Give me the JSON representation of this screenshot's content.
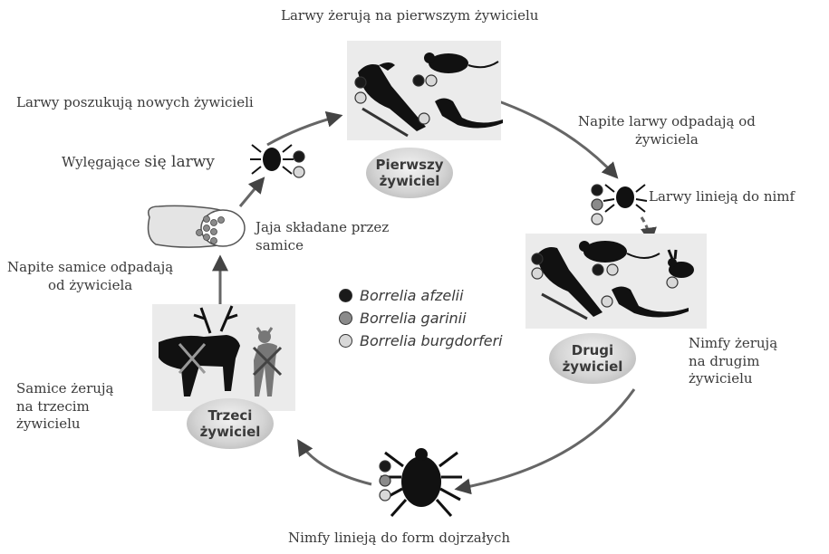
{
  "colors": {
    "afzelii": "#1a1a1a",
    "garinii": "#8a8a8a",
    "burgdorferi": "#d8d8d8",
    "arrow": "#555555"
  },
  "labels": {
    "top": "Larwy żerują na pierwszym żywicielu",
    "seek": "Larwy poszukują nowych żywicieli",
    "hatch_a": "Wylęgające ",
    "hatch_b": "się larwy",
    "eggs_1": "Jaja składane przez",
    "eggs_2": "samice",
    "drop_f_1": "Napite samice odpadają",
    "drop_f_2": "od żywiciela",
    "fed_larvae_1": "Napite larwy odpadają od",
    "fed_larvae_2": "żywiciela",
    "molt_nymph": "Larwy linieją do nimf",
    "nymph_feed_1": "Nimfy żerują",
    "nymph_feed_2": "na drugim",
    "nymph_feed_3": "żywicielu",
    "female_feed_1": "Samice żerują",
    "female_feed_2": "na trzecim",
    "female_feed_3": "żywicielu",
    "bottom": "Nimfy linieją do form dojrzałych"
  },
  "hosts": {
    "first_1": "Pierwszy",
    "first_2": "żywiciel",
    "second_1": "Drugi",
    "second_2": "żywiciel",
    "third_1": "Trzeci",
    "third_2": "żywiciel"
  },
  "legend": [
    {
      "name": "Borrelia afzelii",
      "color": "#1a1a1a"
    },
    {
      "name": "Borrelia garinii",
      "color": "#8a8a8a"
    },
    {
      "name": "Borrelia burgdorferi",
      "color": "#d8d8d8"
    }
  ],
  "icons": [
    "bird-icon",
    "mouse-icon",
    "lizard-icon",
    "rabbit-icon",
    "deer-icon",
    "reindeer-icon",
    "tick-icon",
    "egg-mass-icon"
  ]
}
